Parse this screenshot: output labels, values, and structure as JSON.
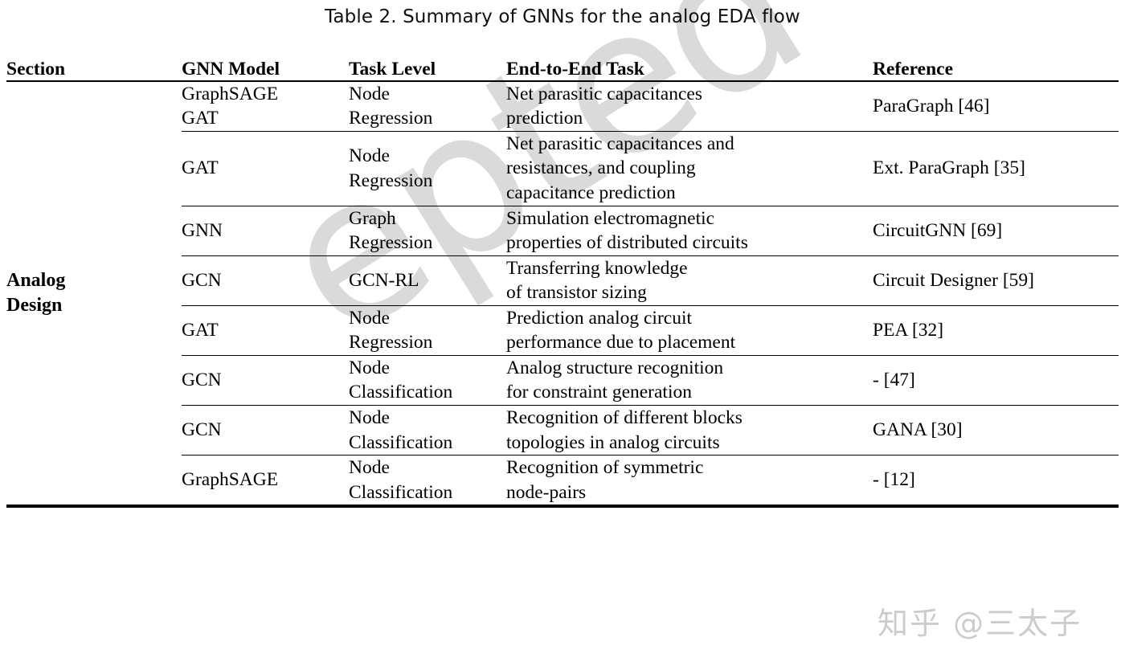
{
  "caption": {
    "number": "Table 2.",
    "text": "Summary of GNNs for the analog EDA flow",
    "full": "Table 2.  Summary of GNNs for the analog EDA flow"
  },
  "watermarks": {
    "diagonal_text": "epted",
    "zhihu_text": "知乎 @三太子",
    "color": "#d9d9d9"
  },
  "table": {
    "headers": {
      "section": "Section",
      "model": "GNN Model",
      "task_level": "Task Level",
      "end_to_end_task": "End-to-End Task",
      "reference": "Reference"
    },
    "section_label_line1": "Analog",
    "section_label_line2": "Design",
    "rows": [
      {
        "model_line1": "GraphSAGE",
        "model_line2": "GAT",
        "task_line1": "Node",
        "task_line2": "Regression",
        "task_line3": "",
        "end_line1": "Net parasitic capacitances",
        "end_line2": "prediction",
        "end_line3": "",
        "reference": "ParaGraph [46]"
      },
      {
        "model_line1": "GAT",
        "model_line2": "",
        "task_line1": "Node",
        "task_line2": "Regression",
        "task_line3": "",
        "end_line1": "Net parasitic capacitances and",
        "end_line2": "resistances, and coupling",
        "end_line3": "capacitance prediction",
        "reference": "Ext. ParaGraph [35]"
      },
      {
        "model_line1": "GNN",
        "model_line2": "",
        "task_line1": "Graph",
        "task_line2": "Regression",
        "task_line3": "",
        "end_line1": "Simulation electromagnetic",
        "end_line2": "properties of distributed circuits",
        "end_line3": "",
        "reference": "CircuitGNN [69]"
      },
      {
        "model_line1": "GCN",
        "model_line2": "",
        "task_line1": "GCN-RL",
        "task_line2": "",
        "task_line3": "",
        "end_line1": "Transferring knowledge",
        "end_line2": "of transistor sizing",
        "end_line3": "",
        "reference": "Circuit Designer [59]"
      },
      {
        "model_line1": "GAT",
        "model_line2": "",
        "task_line1": "Node",
        "task_line2": "Regression",
        "task_line3": "",
        "end_line1": "Prediction analog circuit",
        "end_line2": "performance due to placement",
        "end_line3": "",
        "reference": "PEA [32]"
      },
      {
        "model_line1": "GCN",
        "model_line2": "",
        "task_line1": "Node",
        "task_line2": "Classification",
        "task_line3": "",
        "end_line1": "Analog structure recognition",
        "end_line2": "for constraint generation",
        "end_line3": "",
        "reference": "- [47]"
      },
      {
        "model_line1": "GCN",
        "model_line2": "",
        "task_line1": "Node",
        "task_line2": "Classification",
        "task_line3": "",
        "end_line1": "Recognition of different blocks",
        "end_line2": "topologies in analog circuits",
        "end_line3": "",
        "reference": "GANA [30]"
      },
      {
        "model_line1": "GraphSAGE",
        "model_line2": "",
        "task_line1": "Node",
        "task_line2": "Classification",
        "task_line3": "",
        "end_line1": "Recognition of symmetric",
        "end_line2": "node-pairs",
        "end_line3": "",
        "reference": "- [12]"
      }
    ]
  }
}
